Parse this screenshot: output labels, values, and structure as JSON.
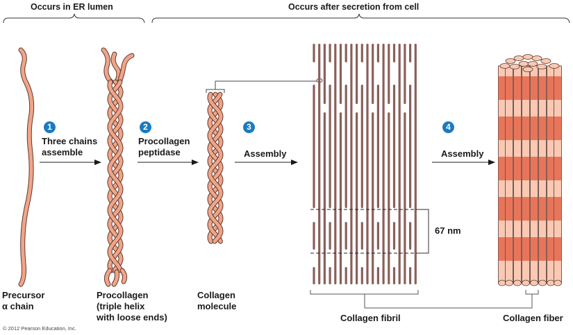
{
  "headers": {
    "er_lumen": "Occurs in ER lumen",
    "after_secretion": "Occurs after secretion from cell"
  },
  "steps": [
    {
      "number": "1",
      "label": "Three chains\nassemble"
    },
    {
      "number": "2",
      "label": "Procollagen\npeptidase"
    },
    {
      "number": "3",
      "label": "Assembly"
    },
    {
      "number": "4",
      "label": "Assembly"
    }
  ],
  "structures": {
    "precursor": "Precursor\nα chain",
    "procollagen": "Procollagen\n(triple helix\nwith loose ends)",
    "molecule": "Collagen\nmolecule",
    "fibril": "Collagen fibril",
    "fiber": "Collagen fiber"
  },
  "measurement": "67 nm",
  "copyright": "© 2012 Pearson Education, Inc.",
  "colors": {
    "strand": "#f2a488",
    "strand_outline": "#5a3a30",
    "fibril": "#8a5f5a",
    "fiber_dark": "#e8755a",
    "fiber_light": "#f9c9b4",
    "step_badge": "#1c7bbf"
  }
}
